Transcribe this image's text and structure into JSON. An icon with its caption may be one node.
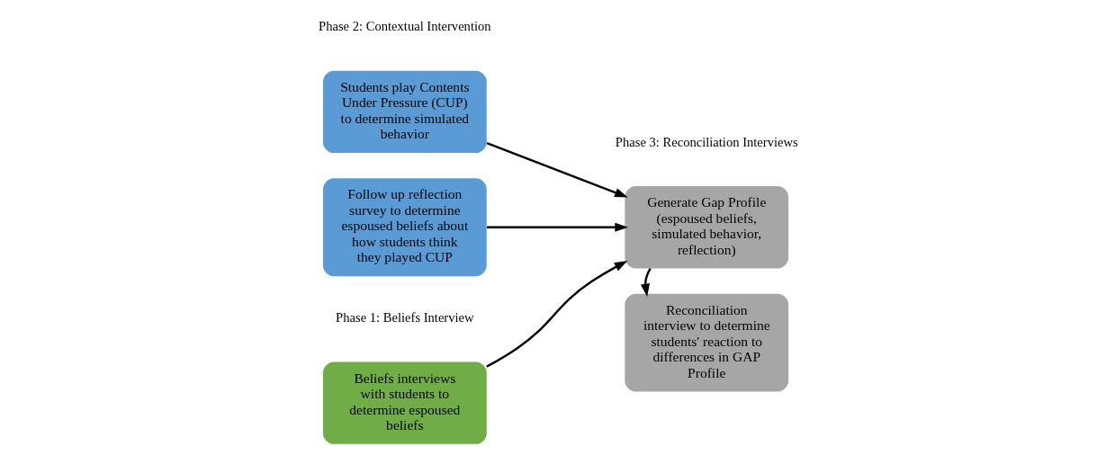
{
  "diagram": {
    "nodes": [
      {
        "text": [
          "Beliefs interviews with students to determine espoused beliefs"
        ]
      },
      {
        "text": [
          "Students play Contents Under Pressure (CUP) to determine simulated behavior"
        ]
      },
      {
        "text": [
          "Follow up reflection survey to determine espoused beliefs about how students think they played CUP"
        ]
      },
      {
        "text": [
          "Generate Gap Profile (espoused beliefs, simulated behavior, reflection)"
        ]
      },
      {
        "text": [
          "Reconciliation interview to determine students' reaction to differences in GAP Profile"
        ]
      }
    ],
    "edges": [
      {
        "from": 0,
        "to": 3,
        "arrow": "to"
      },
      {
        "from": 1,
        "to": 3,
        "arrow": "to"
      },
      {
        "from": 2,
        "to": 3,
        "arrow": "to"
      },
      {
        "from": 3,
        "to": 4,
        "arrow": "to"
      }
    ],
    "labels": [
      "Phase 1: Beliefs Interview",
      "Phase 2: Contextual Intervention",
      "Phase 3: Reconciliation Interviews"
    ]
  }
}
